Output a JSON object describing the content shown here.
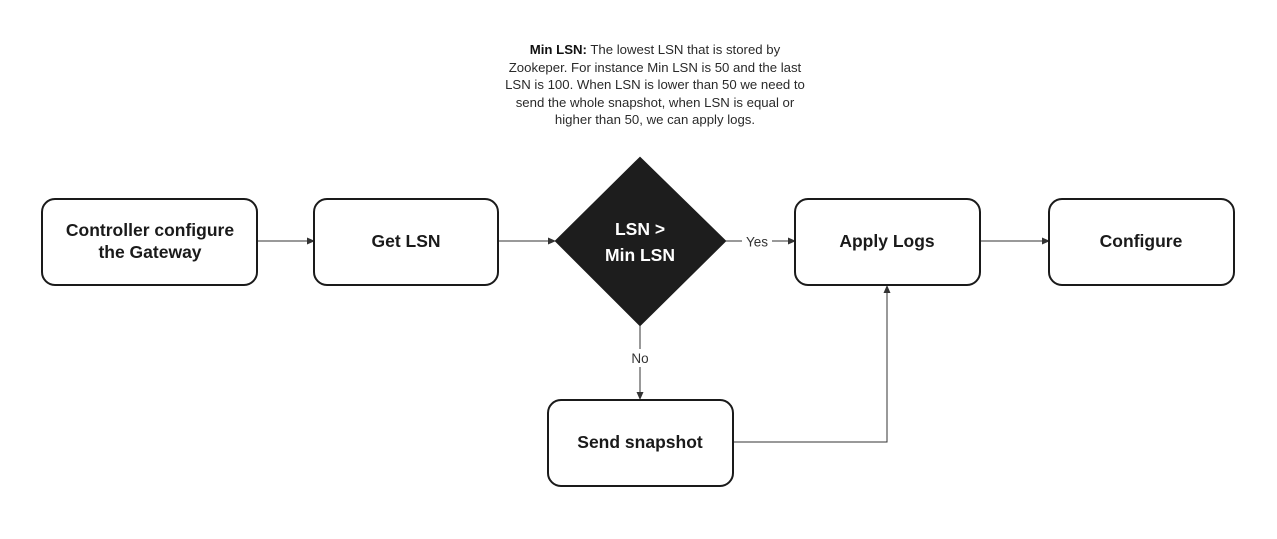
{
  "note": {
    "label": "Min LSN:",
    "text": "The lowest LSN that is stored by Zookeper. For instance Min LSN is 50 and the last LSN is 100. When LSN is lower than 50 we need to send the whole snapshot, when LSN is equal or higher than 50, we can apply logs."
  },
  "nodes": {
    "controller": {
      "line1": "Controller configure",
      "line2": "the Gateway"
    },
    "get_lsn": {
      "label": "Get LSN"
    },
    "decision": {
      "line1": "LSN >",
      "line2": "Min LSN"
    },
    "apply_logs": {
      "label": "Apply Logs"
    },
    "configure": {
      "label": "Configure"
    },
    "send_snapshot": {
      "label": "Send snapshot"
    }
  },
  "edges": {
    "yes_label": "Yes",
    "no_label": "No"
  },
  "colors": {
    "decision_fill": "#1d1d1d",
    "box_stroke": "#1a1a1a",
    "background": "#ffffff"
  }
}
